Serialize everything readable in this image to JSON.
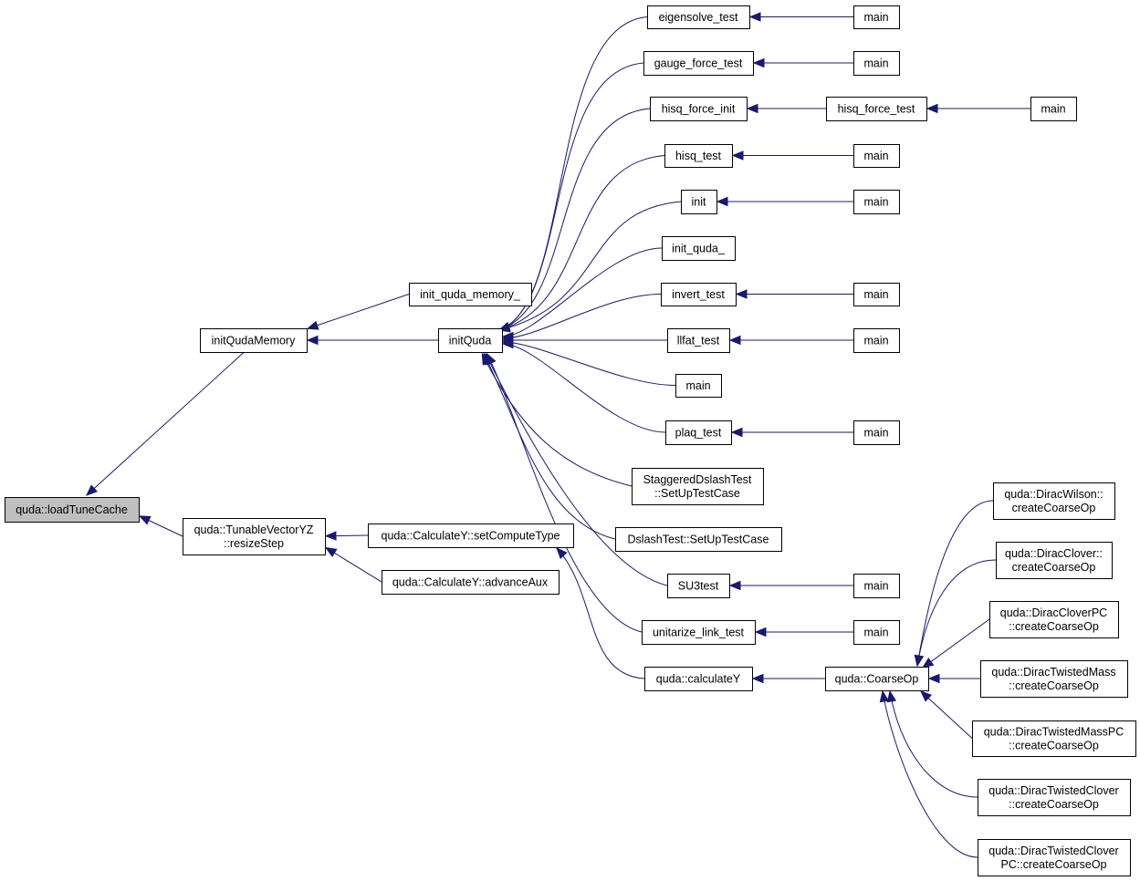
{
  "nodes": [
    {
      "id": "loadTuneCache",
      "lines": [
        "quda::loadTuneCache"
      ],
      "highlight": true
    },
    {
      "id": "initQudaMemory",
      "lines": [
        "initQudaMemory"
      ]
    },
    {
      "id": "resizeStep",
      "lines": [
        "quda::TunableVectorYZ",
        "::resizeStep"
      ]
    },
    {
      "id": "init_quda_memory_",
      "lines": [
        "init_quda_memory_"
      ]
    },
    {
      "id": "initQuda",
      "lines": [
        "initQuda"
      ]
    },
    {
      "id": "setComputeType",
      "lines": [
        "quda::CalculateY::setComputeType"
      ]
    },
    {
      "id": "advanceAux",
      "lines": [
        "quda::CalculateY::advanceAux"
      ]
    },
    {
      "id": "eigensolve_test",
      "lines": [
        "eigensolve_test"
      ]
    },
    {
      "id": "gauge_force_test",
      "lines": [
        "gauge_force_test"
      ]
    },
    {
      "id": "hisq_force_init",
      "lines": [
        "hisq_force_init"
      ]
    },
    {
      "id": "hisq_test",
      "lines": [
        "hisq_test"
      ]
    },
    {
      "id": "init",
      "lines": [
        "init"
      ]
    },
    {
      "id": "init_quda_",
      "lines": [
        "init_quda_"
      ]
    },
    {
      "id": "invert_test",
      "lines": [
        "invert_test"
      ]
    },
    {
      "id": "llfat_test",
      "lines": [
        "llfat_test"
      ]
    },
    {
      "id": "main_iq",
      "lines": [
        "main"
      ]
    },
    {
      "id": "plaq_test",
      "lines": [
        "plaq_test"
      ]
    },
    {
      "id": "staggered_setup",
      "lines": [
        "StaggeredDslashTest",
        "::SetUpTestCase"
      ]
    },
    {
      "id": "dslash_setup",
      "lines": [
        "DslashTest::SetUpTestCase"
      ]
    },
    {
      "id": "SU3test",
      "lines": [
        "SU3test"
      ]
    },
    {
      "id": "unitarize_link_test",
      "lines": [
        "unitarize_link_test"
      ]
    },
    {
      "id": "calculateY",
      "lines": [
        "quda::calculateY"
      ]
    },
    {
      "id": "main_eig",
      "lines": [
        "main"
      ]
    },
    {
      "id": "main_gauge",
      "lines": [
        "main"
      ]
    },
    {
      "id": "hisq_force_test",
      "lines": [
        "hisq_force_test"
      ]
    },
    {
      "id": "main_hisqf",
      "lines": [
        "main"
      ]
    },
    {
      "id": "main_hisq",
      "lines": [
        "main"
      ]
    },
    {
      "id": "main_init",
      "lines": [
        "main"
      ]
    },
    {
      "id": "main_invert",
      "lines": [
        "main"
      ]
    },
    {
      "id": "main_llfat",
      "lines": [
        "main"
      ]
    },
    {
      "id": "main_plaq",
      "lines": [
        "main"
      ]
    },
    {
      "id": "main_su3",
      "lines": [
        "main"
      ]
    },
    {
      "id": "main_unit",
      "lines": [
        "main"
      ]
    },
    {
      "id": "CoarseOp",
      "lines": [
        "quda::CoarseOp"
      ]
    },
    {
      "id": "wilson",
      "lines": [
        "quda::DiracWilson::",
        "createCoarseOp"
      ]
    },
    {
      "id": "clover",
      "lines": [
        "quda::DiracClover::",
        "createCoarseOp"
      ]
    },
    {
      "id": "cloverpc",
      "lines": [
        "quda::DiracCloverPC",
        "::createCoarseOp"
      ]
    },
    {
      "id": "twmass",
      "lines": [
        "quda::DiracTwistedMass",
        "::createCoarseOp"
      ]
    },
    {
      "id": "twmasspc",
      "lines": [
        "quda::DiracTwistedMassPC",
        "::createCoarseOp"
      ]
    },
    {
      "id": "twclover",
      "lines": [
        "quda::DiracTwistedClover",
        "::createCoarseOp"
      ]
    },
    {
      "id": "twcloverpc",
      "lines": [
        "quda::DiracTwistedClover",
        "PC::createCoarseOp"
      ]
    }
  ],
  "edges": [
    {
      "from": "initQudaMemory",
      "to": "loadTuneCache"
    },
    {
      "from": "resizeStep",
      "to": "loadTuneCache"
    },
    {
      "from": "init_quda_memory_",
      "to": "initQudaMemory"
    },
    {
      "from": "initQuda",
      "to": "initQudaMemory"
    },
    {
      "from": "setComputeType",
      "to": "resizeStep"
    },
    {
      "from": "advanceAux",
      "to": "resizeStep"
    },
    {
      "from": "eigensolve_test",
      "to": "initQuda"
    },
    {
      "from": "gauge_force_test",
      "to": "initQuda"
    },
    {
      "from": "hisq_force_init",
      "to": "initQuda"
    },
    {
      "from": "hisq_test",
      "to": "initQuda"
    },
    {
      "from": "init",
      "to": "initQuda"
    },
    {
      "from": "init_quda_",
      "to": "initQuda"
    },
    {
      "from": "invert_test",
      "to": "initQuda"
    },
    {
      "from": "llfat_test",
      "to": "initQuda"
    },
    {
      "from": "main_iq",
      "to": "initQuda"
    },
    {
      "from": "plaq_test",
      "to": "initQuda"
    },
    {
      "from": "staggered_setup",
      "to": "initQuda"
    },
    {
      "from": "dslash_setup",
      "to": "initQuda"
    },
    {
      "from": "SU3test",
      "to": "initQuda"
    },
    {
      "from": "unitarize_link_test",
      "to": "initQuda"
    },
    {
      "from": "calculateY",
      "to": "setComputeType"
    },
    {
      "from": "main_eig",
      "to": "eigensolve_test"
    },
    {
      "from": "main_gauge",
      "to": "gauge_force_test"
    },
    {
      "from": "hisq_force_test",
      "to": "hisq_force_init"
    },
    {
      "from": "main_hisqf",
      "to": "hisq_force_test"
    },
    {
      "from": "main_hisq",
      "to": "hisq_test"
    },
    {
      "from": "main_init",
      "to": "init"
    },
    {
      "from": "main_invert",
      "to": "invert_test"
    },
    {
      "from": "main_llfat",
      "to": "llfat_test"
    },
    {
      "from": "main_plaq",
      "to": "plaq_test"
    },
    {
      "from": "main_su3",
      "to": "SU3test"
    },
    {
      "from": "main_unit",
      "to": "unitarize_link_test"
    },
    {
      "from": "CoarseOp",
      "to": "calculateY"
    },
    {
      "from": "wilson",
      "to": "CoarseOp"
    },
    {
      "from": "clover",
      "to": "CoarseOp"
    },
    {
      "from": "cloverpc",
      "to": "CoarseOp"
    },
    {
      "from": "twmass",
      "to": "CoarseOp"
    },
    {
      "from": "twmasspc",
      "to": "CoarseOp"
    },
    {
      "from": "twclover",
      "to": "CoarseOp"
    },
    {
      "from": "twcloverpc",
      "to": "CoarseOp"
    }
  ]
}
